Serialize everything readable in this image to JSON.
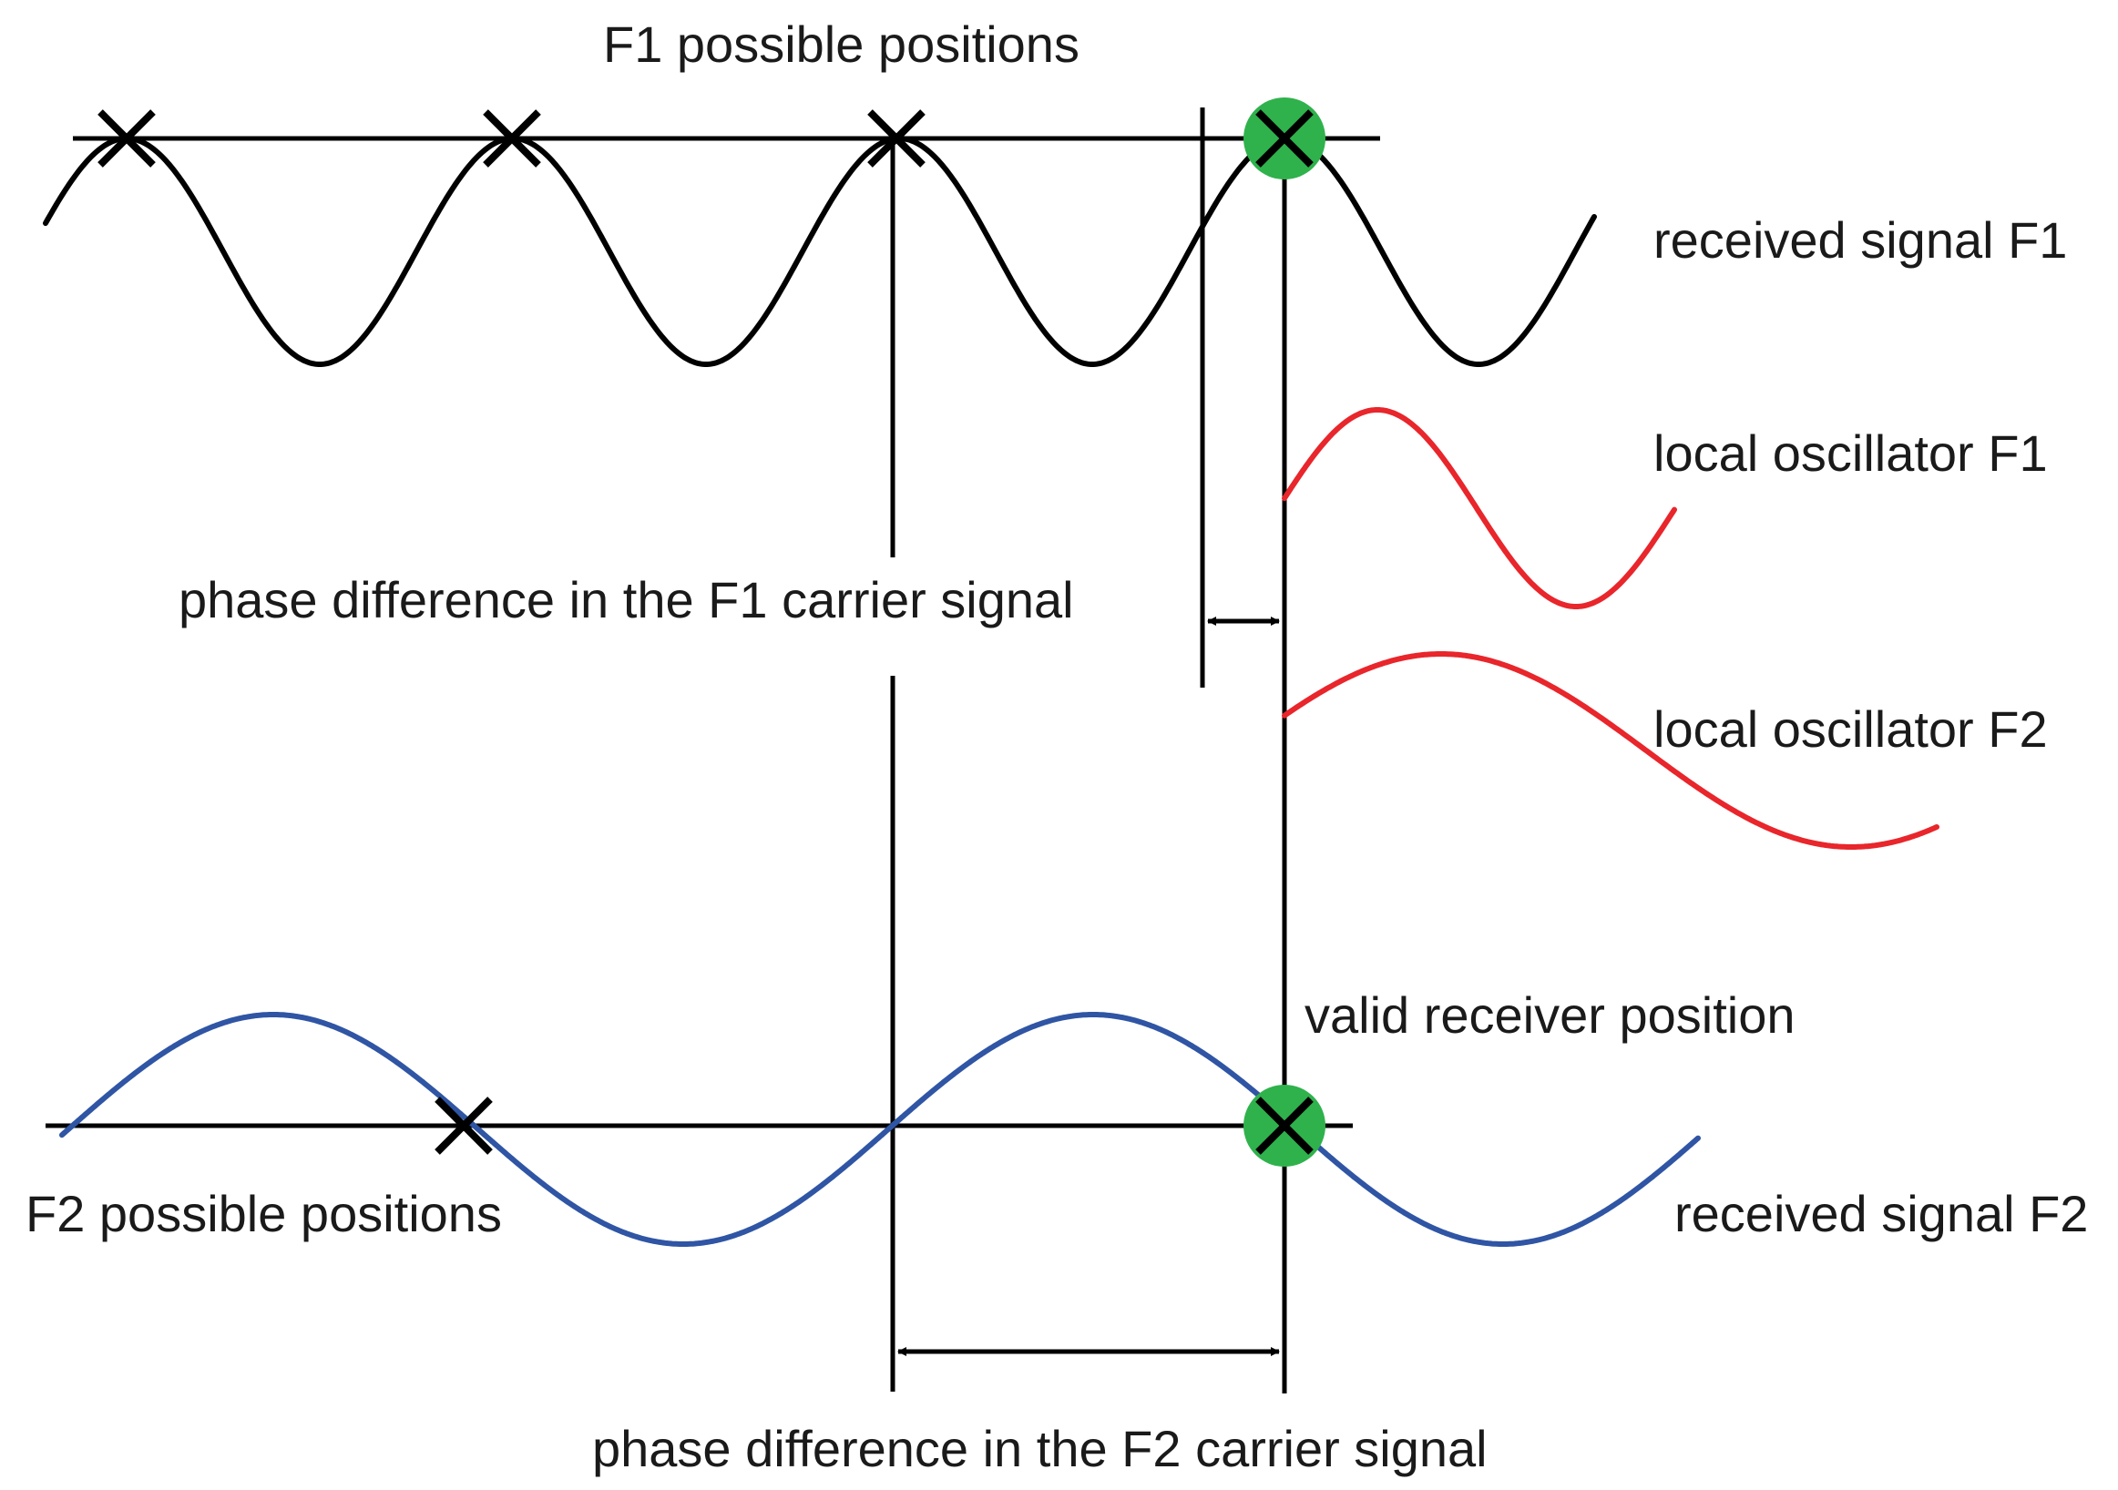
{
  "labels": {
    "f1_positions": "F1 possible positions",
    "f2_positions": "F2 possible positions",
    "received_f1": "received signal F1",
    "local_osc_f1": "local oscillator F1",
    "local_osc_f2": "local oscillator F2",
    "valid_position": "valid receiver position",
    "received_f2": "received signal F2",
    "phase_diff_f1": "phase difference in the F1 carrier signal",
    "phase_diff_f2": "phase difference in the F2 carrier signal"
  },
  "colors": {
    "received_f1": "#000000",
    "local_oscillator": "#e8262b",
    "received_f2": "#2f55a4",
    "valid_marker": "#2fb24c",
    "lines": "#000000"
  }
}
